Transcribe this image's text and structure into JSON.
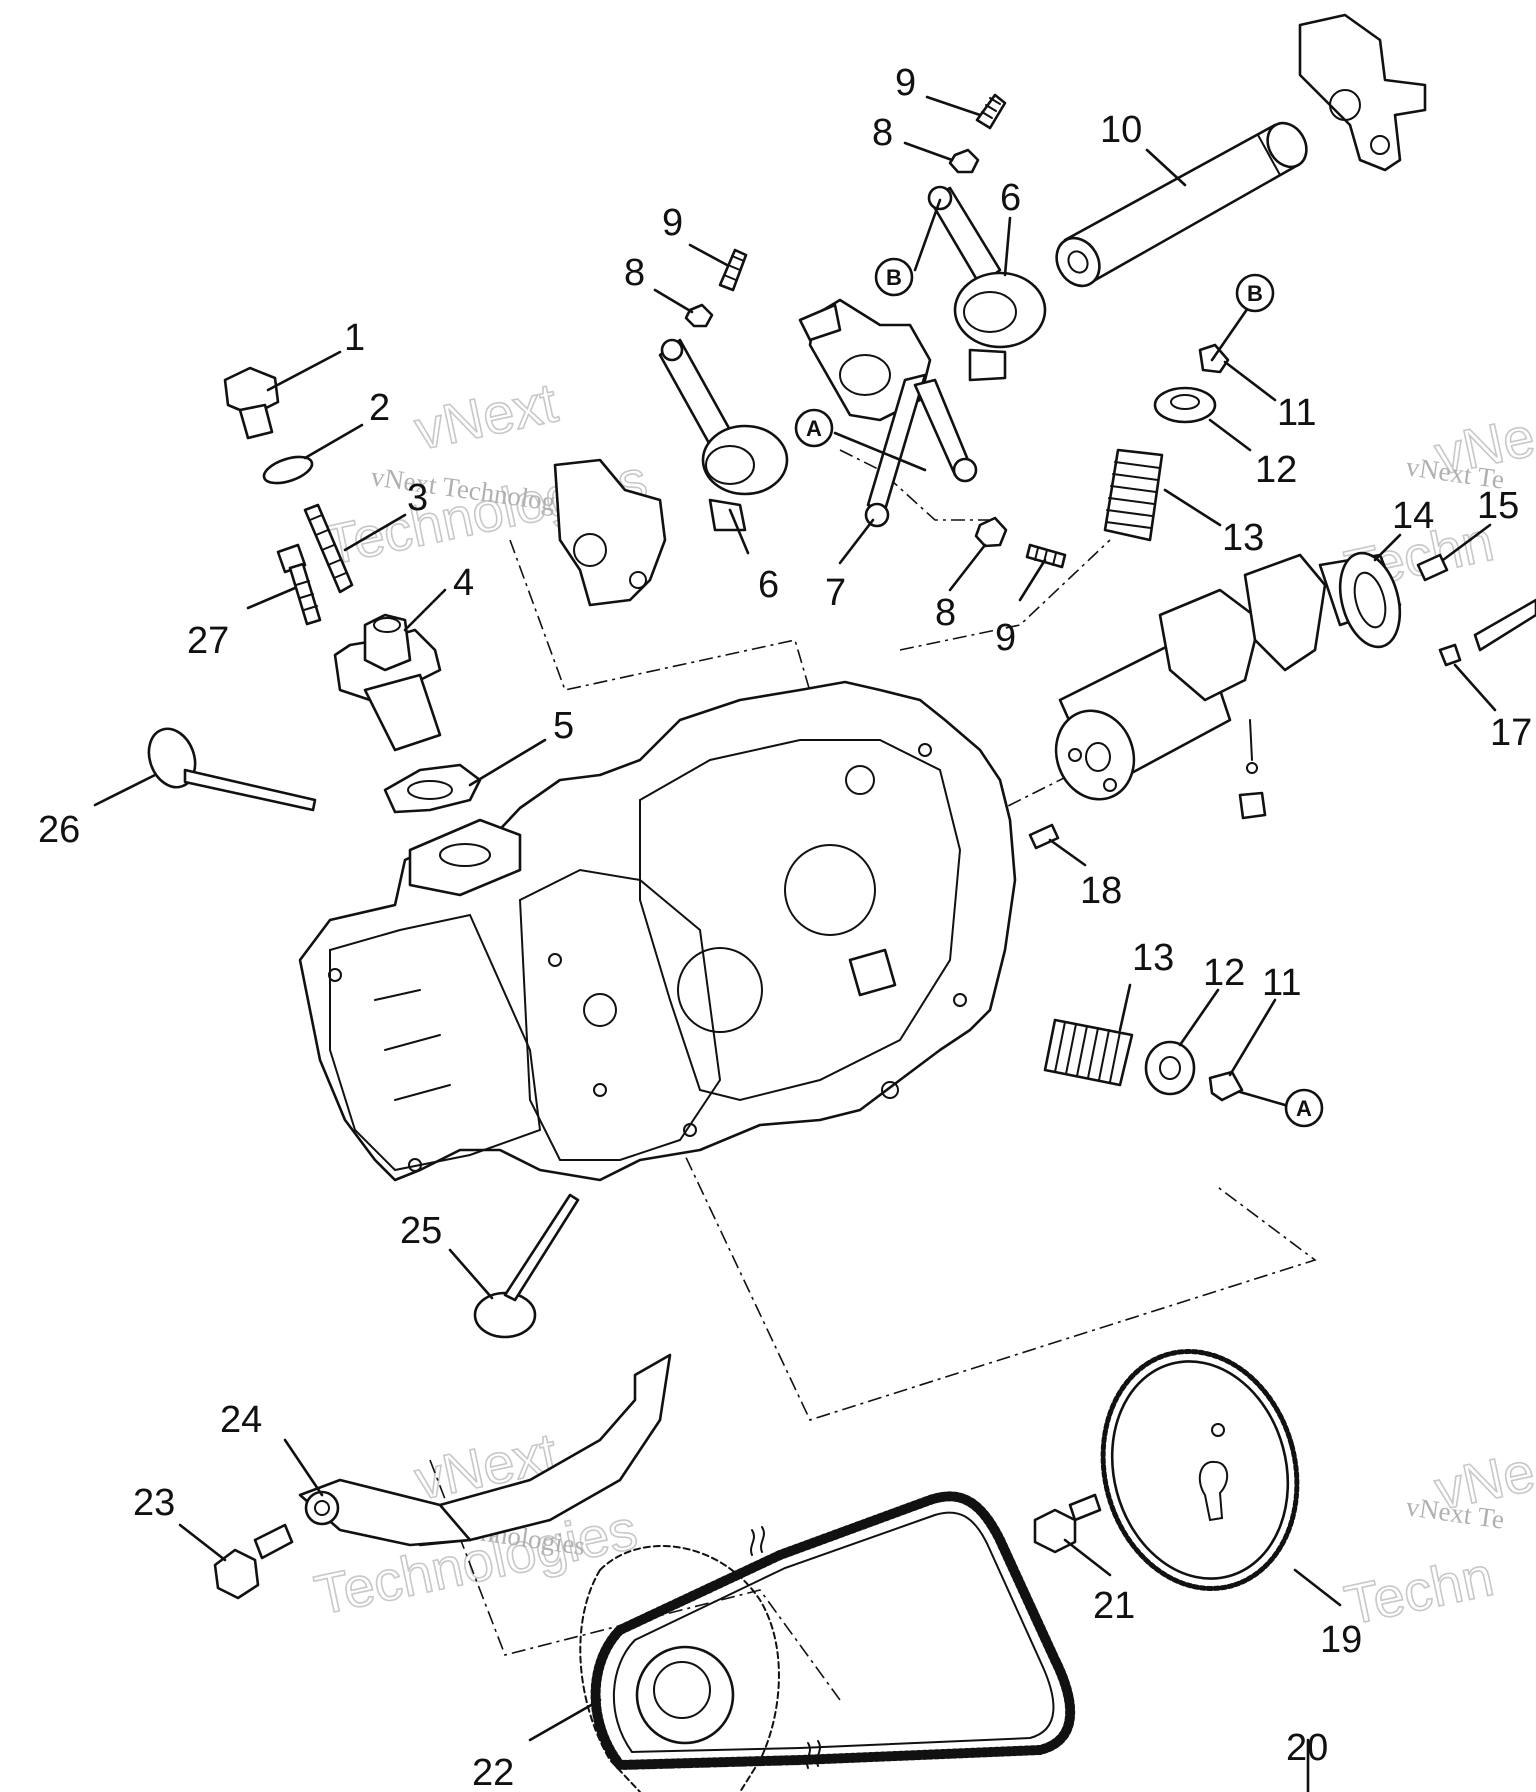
{
  "callouts": [
    {
      "id": "c1",
      "label": "1"
    },
    {
      "id": "c2",
      "label": "2"
    },
    {
      "id": "c3",
      "label": "3"
    },
    {
      "id": "c4",
      "label": "4"
    },
    {
      "id": "c5",
      "label": "5"
    },
    {
      "id": "c6a",
      "label": "6"
    },
    {
      "id": "c6b",
      "label": "6"
    },
    {
      "id": "c7",
      "label": "7"
    },
    {
      "id": "c8a",
      "label": "8"
    },
    {
      "id": "c8b",
      "label": "8"
    },
    {
      "id": "c8c",
      "label": "8"
    },
    {
      "id": "c9a",
      "label": "9"
    },
    {
      "id": "c9b",
      "label": "9"
    },
    {
      "id": "c9c",
      "label": "9"
    },
    {
      "id": "c10",
      "label": "10"
    },
    {
      "id": "c11a",
      "label": "11"
    },
    {
      "id": "c11b",
      "label": "11"
    },
    {
      "id": "c12a",
      "label": "12"
    },
    {
      "id": "c12b",
      "label": "12"
    },
    {
      "id": "c13a",
      "label": "13"
    },
    {
      "id": "c13b",
      "label": "13"
    },
    {
      "id": "c14",
      "label": "14"
    },
    {
      "id": "c15",
      "label": "15"
    },
    {
      "id": "c17",
      "label": "17"
    },
    {
      "id": "c18",
      "label": "18"
    },
    {
      "id": "c19",
      "label": "19"
    },
    {
      "id": "c20",
      "label": "20"
    },
    {
      "id": "c21",
      "label": "21"
    },
    {
      "id": "c22",
      "label": "22"
    },
    {
      "id": "c23",
      "label": "23"
    },
    {
      "id": "c24",
      "label": "24"
    },
    {
      "id": "c25",
      "label": "25"
    },
    {
      "id": "c26",
      "label": "26"
    },
    {
      "id": "c27",
      "label": "27"
    }
  ],
  "references": [
    {
      "id": "refA1",
      "label": "A"
    },
    {
      "id": "refA2",
      "label": "A"
    },
    {
      "id": "refB1",
      "label": "B"
    },
    {
      "id": "refB2",
      "label": "B"
    }
  ],
  "watermark": {
    "company": "vNext Technologies",
    "line1": "vNext",
    "line2": "Technologies",
    "partial_company": "vNext Te",
    "partial_line1": "vNe",
    "partial_line2": "Techn"
  }
}
